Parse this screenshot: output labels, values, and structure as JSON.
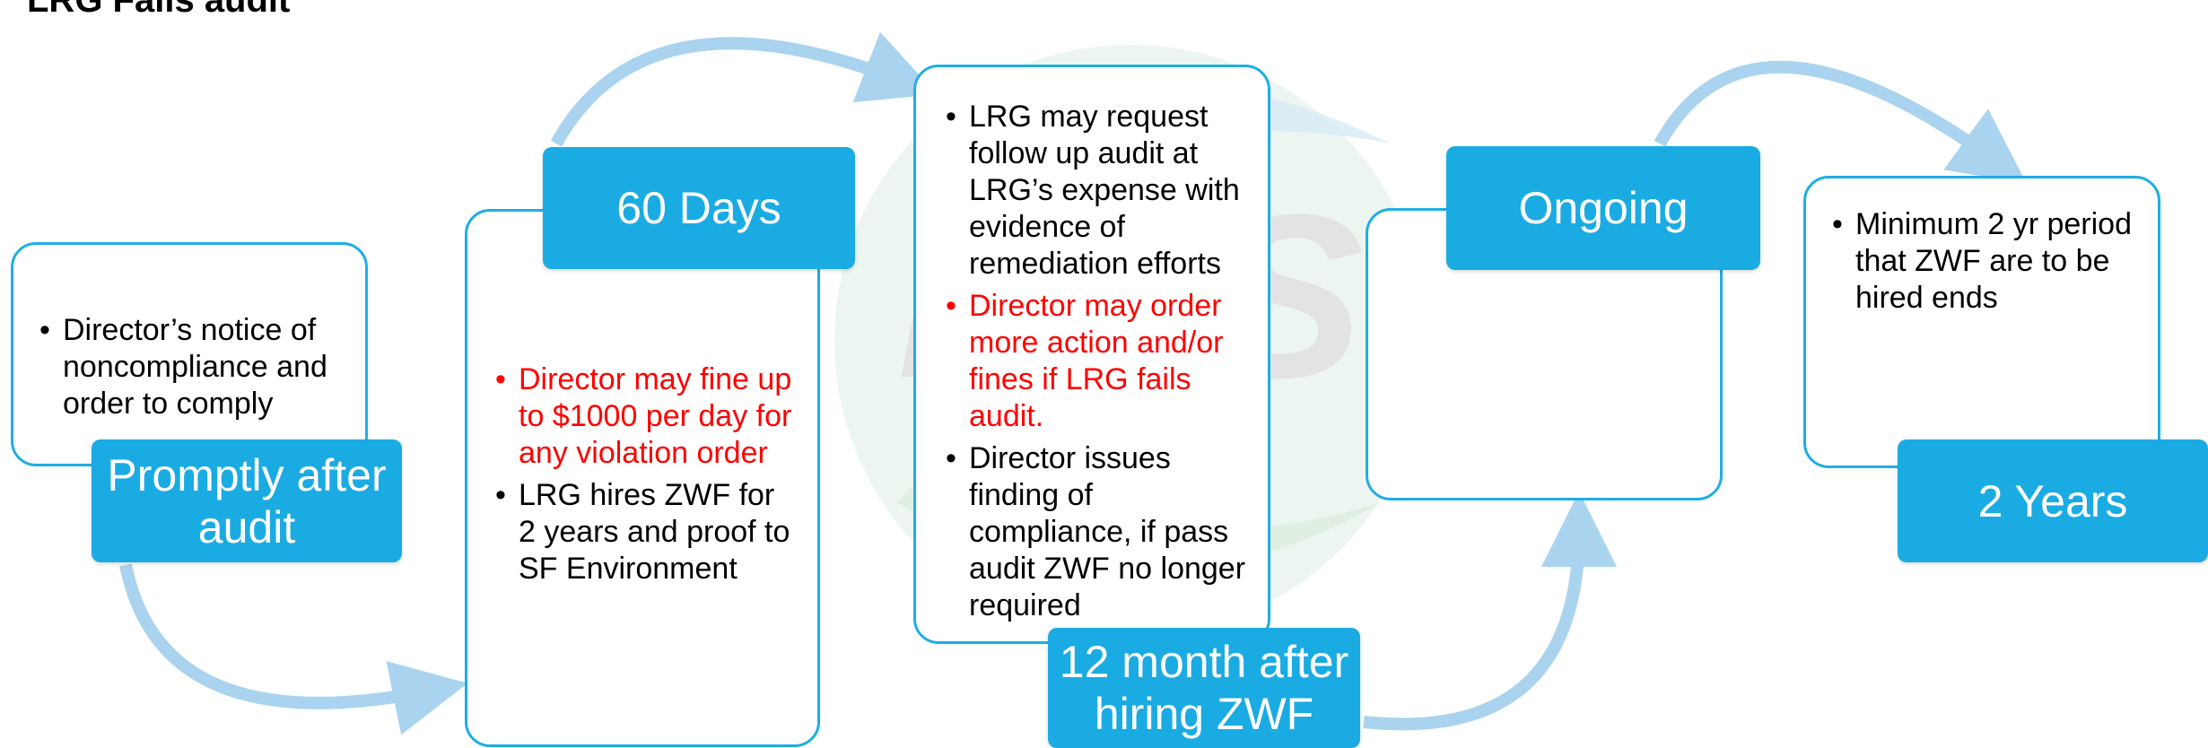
{
  "title": "LRG Fails audit",
  "colors": {
    "box_border": "#1eaee4",
    "tab_fill": "#1aabe3",
    "arrow": "#a9d3ee",
    "emphasis_text": "#ff0000"
  },
  "stages": [
    {
      "tab": "Promptly after audit",
      "items": [
        {
          "text": "Director’s notice of noncompliance and order to comply",
          "color": "black"
        }
      ]
    },
    {
      "tab": "60 Days",
      "items": [
        {
          "text": "Director may fine up to $1000 per day for any violation order",
          "color": "red"
        },
        {
          "text": "LRG hires ZWF for 2 years and proof to SF Environment",
          "color": "black"
        }
      ]
    },
    {
      "tab": "12 month after hiring ZWF",
      "items": [
        {
          "text": "LRG may request follow up audit at LRG’s expense with evidence of remediation efforts",
          "color": "black"
        },
        {
          "text": "Director may order more action and/or fines if LRG fails audit.",
          "color": "red"
        },
        {
          "text": "Director issues finding of compliance, if pass audit ZWF no longer required",
          "color": "black"
        }
      ]
    },
    {
      "tab": "Ongoing",
      "items": []
    },
    {
      "tab": "2 Years",
      "items": [
        {
          "text": "Minimum 2 yr period that ZWF are to be hired ends",
          "color": "black"
        }
      ]
    }
  ]
}
